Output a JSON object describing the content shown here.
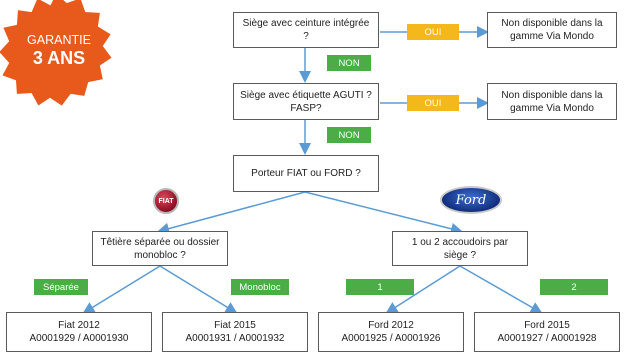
{
  "badge": {
    "line1": "GARANTIE",
    "line2": "3 ANS"
  },
  "logos": {
    "fiat": "FIAT",
    "ford": "Ford"
  },
  "q1": {
    "text": "Siège avec ceinture intégrée ?"
  },
  "q1_yes": {
    "label": "OUI"
  },
  "out1": {
    "text": "Non disponible dans la gamme Via Mondo"
  },
  "q1_no": {
    "label": "NON"
  },
  "q2": {
    "text": "Siège avec étiquette AGUTI ? FASP?"
  },
  "q2_yes": {
    "label": "OUI"
  },
  "out2": {
    "text": "Non disponible dans la gamme Via Mondo"
  },
  "q2_no": {
    "label": "NON"
  },
  "q3": {
    "text": "Porteur FIAT ou FORD ?"
  },
  "q4": {
    "text": "Têtière séparée ou dossier monobloc ?"
  },
  "q5": {
    "text": "1 ou 2 accoudoirs par siège ?"
  },
  "tag_separee": {
    "label": "Séparée"
  },
  "tag_monobloc": {
    "label": "Monobloc"
  },
  "tag_1": {
    "label": "1"
  },
  "tag_2": {
    "label": "2"
  },
  "results": [
    {
      "title": "Fiat 2012",
      "refs": "A0001929 / A0001930"
    },
    {
      "title": "Fiat 2015",
      "refs": "A0001931 / A0001932"
    },
    {
      "title": "Ford 2012",
      "refs": "A0001925 / A0001926"
    },
    {
      "title": "Ford 2015",
      "refs": "A0001927 / A0001928"
    }
  ],
  "colors": {
    "yes": "#f5b81c",
    "no": "#4aad45",
    "badge": "#e85a1c",
    "arrow": "#5b9bd5"
  }
}
